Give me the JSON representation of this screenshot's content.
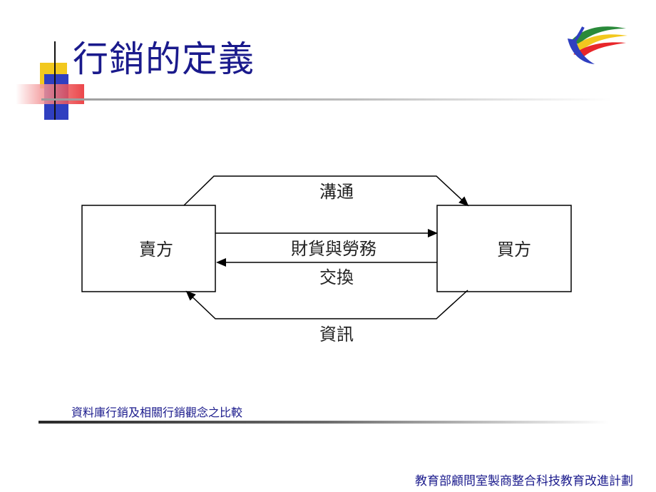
{
  "slide": {
    "title": "行銷的定義",
    "caption": "資料庫行銷及相關行銷觀念之比較",
    "footer": "教育部顧問室製商整合科技教育改進計劃"
  },
  "diagram": {
    "seller": "賣方",
    "buyer": "買方",
    "top_label": "溝通",
    "middle_label": "財貨與勞務",
    "exchange_label": "交換",
    "bottom_label": "資訊"
  },
  "colors": {
    "title": "#1a1a8c",
    "accent_yellow": "#f2c81e",
    "accent_blue": "#2f3fc0",
    "accent_red": "#e8262a"
  },
  "icons": {
    "logo": "swoosh-logo-icon"
  }
}
